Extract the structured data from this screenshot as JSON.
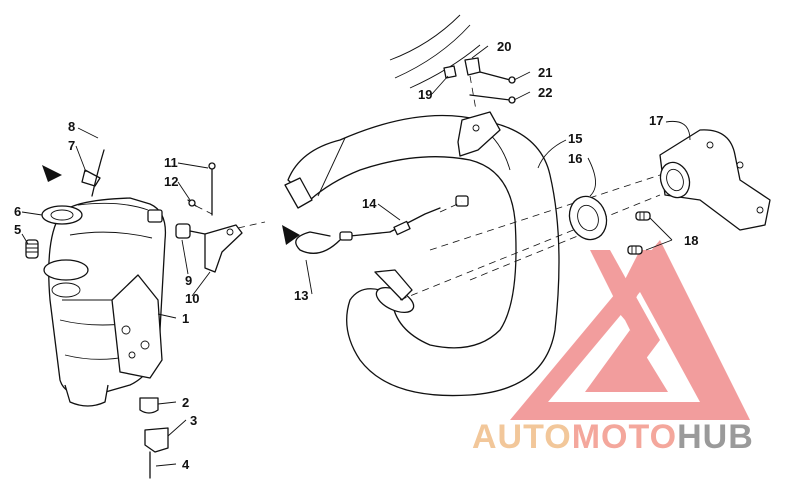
{
  "callouts": {
    "p1": "1",
    "p2": "2",
    "p3": "3",
    "p4": "4",
    "p5": "5",
    "p6": "6",
    "p7": "7",
    "p8": "8",
    "p9": "9",
    "p10": "10",
    "p11": "11",
    "p12": "12",
    "p13": "13",
    "p14": "14",
    "p15": "15",
    "p16": "16",
    "p17": "17",
    "p18": "18",
    "p19": "19",
    "p20": "20",
    "p21": "21",
    "p22": "22"
  },
  "watermark": {
    "part1": "AUTO",
    "part2": "MOTO",
    "part3": "HUB",
    "colors": {
      "auto": "#f2c79a",
      "moto": "#f4a79c",
      "hub": "#9a9a9a",
      "logo": "#f08d8d"
    }
  }
}
